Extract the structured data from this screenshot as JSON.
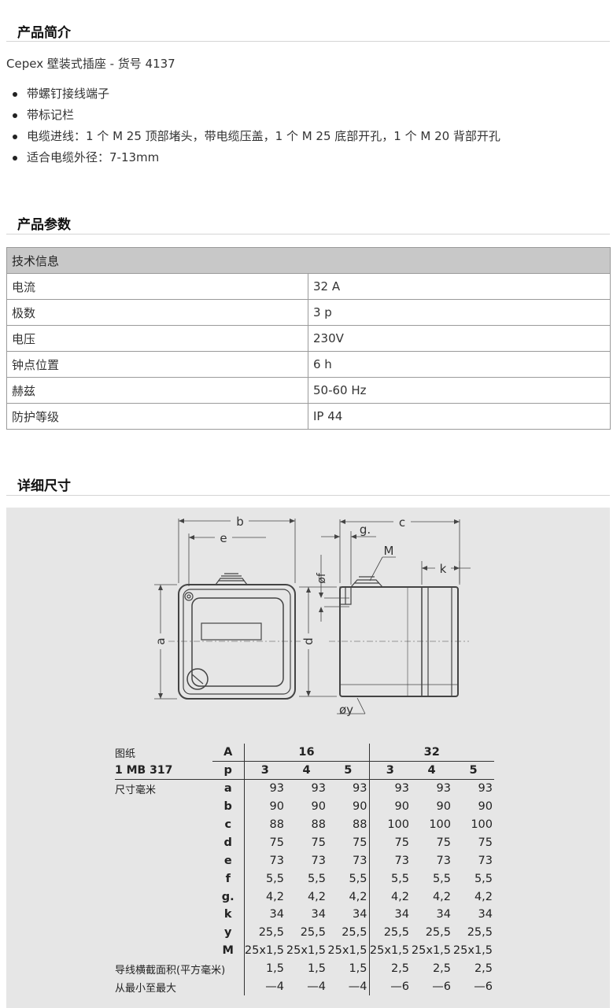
{
  "intro": {
    "heading": "产品简介",
    "description": "Cepex 壁装式插座 - 货号 4137",
    "features": [
      "带螺钉接线端子",
      "带标记栏",
      "电缆进线：1 个 M 25 顶部堵头，带电缆压盖，1 个 M 25 底部开孔，1 个 M 20 背部开孔",
      "适合电缆外径：7-13mm"
    ]
  },
  "params": {
    "heading": "产品参数",
    "table_header": "技术信息",
    "rows": [
      {
        "label": "电流",
        "value": "32 A"
      },
      {
        "label": "极数",
        "value": "3 p"
      },
      {
        "label": "电压",
        "value": "230V"
      },
      {
        "label": "钟点位置",
        "value": "6 h"
      },
      {
        "label": "赫兹",
        "value": "50-60 Hz"
      },
      {
        "label": "防护等级",
        "value": "IP 44"
      }
    ]
  },
  "dimensions": {
    "heading": "详细尺寸",
    "drawing_labels": {
      "b": "b",
      "e": "e",
      "c": "c",
      "g": "g.",
      "M": "M",
      "k": "k",
      "f": "øf",
      "a": "a",
      "d": "d",
      "y": "øy"
    },
    "table": {
      "drawing_label": "图纸",
      "drawing_no": "1 MB 317",
      "unit_label": "尺寸毫米",
      "A_label": "A",
      "p_label": "p",
      "groups": [
        "16",
        "32"
      ],
      "poles": [
        "3",
        "4",
        "5",
        "3",
        "4",
        "5"
      ],
      "rows": [
        {
          "sym": "a",
          "values": [
            "93",
            "93",
            "93",
            "93",
            "93",
            "93"
          ]
        },
        {
          "sym": "b",
          "values": [
            "90",
            "90",
            "90",
            "90",
            "90",
            "90"
          ]
        },
        {
          "sym": "c",
          "values": [
            "88",
            "88",
            "88",
            "100",
            "100",
            "100"
          ]
        },
        {
          "sym": "d",
          "values": [
            "75",
            "75",
            "75",
            "75",
            "75",
            "75"
          ]
        },
        {
          "sym": "e",
          "values": [
            "73",
            "73",
            "73",
            "73",
            "73",
            "73"
          ]
        },
        {
          "sym": "f",
          "values": [
            "5,5",
            "5,5",
            "5,5",
            "5,5",
            "5,5",
            "5,5"
          ]
        },
        {
          "sym": "g.",
          "values": [
            "4,2",
            "4,2",
            "4,2",
            "4,2",
            "4,2",
            "4,2"
          ]
        },
        {
          "sym": "k",
          "values": [
            "34",
            "34",
            "34",
            "34",
            "34",
            "34"
          ]
        },
        {
          "sym": "y",
          "values": [
            "25,5",
            "25,5",
            "25,5",
            "25,5",
            "25,5",
            "25,5"
          ]
        },
        {
          "sym": "M",
          "values": [
            "25x1,5",
            "25x1,5",
            "25x1,5",
            "25x1,5",
            "25x1,5",
            "25x1,5"
          ]
        }
      ],
      "cross_section_label": "导线横截面积(平方毫米)",
      "cross_section_values": [
        "1,5",
        "1,5",
        "1,5",
        "2,5",
        "2,5",
        "2,5"
      ],
      "range_label": "从最小至最大",
      "range_values": [
        "—4",
        "—4",
        "—4",
        "—6",
        "—6",
        "—6"
      ]
    }
  }
}
